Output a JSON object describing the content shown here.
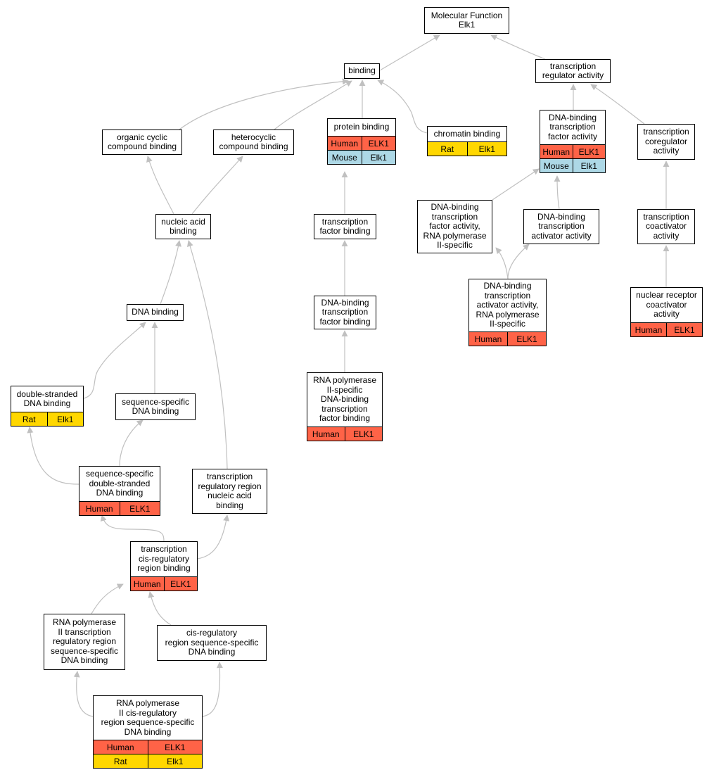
{
  "colors": {
    "Human": "#ff6347",
    "Rat": "#ffd700",
    "Mouse": "#add8e6",
    "edge": "#c0c0c0"
  },
  "nodes": [
    {
      "id": "mf",
      "label": "Molecular Function\nElk1",
      "rows": []
    },
    {
      "id": "binding",
      "label": "binding",
      "rows": []
    },
    {
      "id": "tra",
      "label": "transcription\nregulator activity",
      "rows": []
    },
    {
      "id": "ocb",
      "label": "organic cyclic\ncompound binding",
      "rows": []
    },
    {
      "id": "hcb",
      "label": "heterocyclic\ncompound binding",
      "rows": []
    },
    {
      "id": "pb",
      "label": "protein binding",
      "rows": [
        [
          "Human",
          "ELK1"
        ],
        [
          "Mouse",
          "Elk1"
        ]
      ]
    },
    {
      "id": "cb",
      "label": "chromatin binding",
      "rows": [
        [
          "Rat",
          "Elk1"
        ]
      ]
    },
    {
      "id": "dbtfa",
      "label": "DNA-binding\ntranscription\nfactor activity",
      "rows": [
        [
          "Human",
          "ELK1"
        ],
        [
          "Mouse",
          "Elk1"
        ]
      ]
    },
    {
      "id": "tca",
      "label": "transcription\ncoregulator\nactivity",
      "rows": []
    },
    {
      "id": "nab",
      "label": "nucleic acid\nbinding",
      "rows": []
    },
    {
      "id": "tfb",
      "label": "transcription\nfactor binding",
      "rows": []
    },
    {
      "id": "dbtfa2",
      "label": "DNA-binding\ntranscription\nfactor activity,\nRNA polymerase\nII-specific",
      "rows": []
    },
    {
      "id": "dbtaa",
      "label": "DNA-binding\ntranscription\nactivator activity",
      "rows": []
    },
    {
      "id": "tcoa",
      "label": "transcription\ncoactivator\nactivity",
      "rows": []
    },
    {
      "id": "dbtaa2",
      "label": "DNA-binding\ntranscription\nactivator activity,\nRNA polymerase\nII-specific",
      "rows": [
        [
          "Human",
          "ELK1"
        ]
      ]
    },
    {
      "id": "nrca",
      "label": "nuclear receptor\ncoactivator\nactivity",
      "rows": [
        [
          "Human",
          "ELK1"
        ]
      ]
    },
    {
      "id": "dnab",
      "label": "DNA binding",
      "rows": []
    },
    {
      "id": "dbtfb",
      "label": "DNA-binding\ntranscription\nfactor binding",
      "rows": []
    },
    {
      "id": "rnap2",
      "label": "RNA polymerase\nII-specific\nDNA-binding\ntranscription\nfactor binding",
      "rows": [
        [
          "Human",
          "ELK1"
        ]
      ]
    },
    {
      "id": "dsdb",
      "label": "double-stranded\nDNA binding",
      "rows": [
        [
          "Rat",
          "Elk1"
        ]
      ]
    },
    {
      "id": "ssdb",
      "label": "sequence-specific\nDNA binding",
      "rows": []
    },
    {
      "id": "ssdsdb",
      "label": "sequence-specific\ndouble-stranded\nDNA binding",
      "rows": [
        [
          "Human",
          "ELK1"
        ]
      ]
    },
    {
      "id": "trrnab",
      "label": "transcription\nregulatory region\nnucleic acid\nbinding",
      "rows": []
    },
    {
      "id": "tcrrb",
      "label": "transcription\ncis-regulatory\nregion binding",
      "rows": [
        [
          "Human",
          "ELK1"
        ]
      ]
    },
    {
      "id": "rnap2trr",
      "label": "RNA polymerase\nII transcription\nregulatory region\nsequence-specific\nDNA binding",
      "rows": []
    },
    {
      "id": "crrssdb",
      "label": "cis-regulatory\nregion sequence-specific\nDNA binding",
      "rows": []
    },
    {
      "id": "rnap2crr",
      "label": "RNA polymerase\nII cis-regulatory\nregion sequence-specific\nDNA binding",
      "rows": [
        [
          "Human",
          "ELK1"
        ],
        [
          "Rat",
          "Elk1"
        ]
      ]
    }
  ]
}
